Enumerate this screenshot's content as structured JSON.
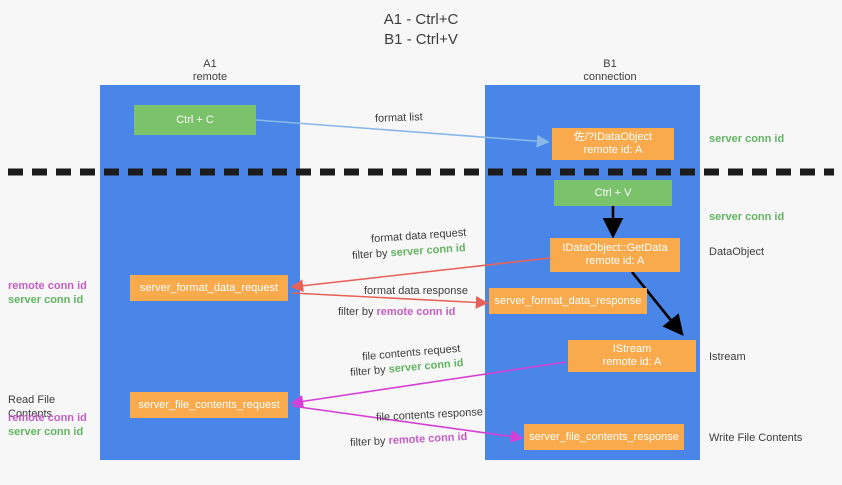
{
  "title": {
    "line1": "A1 - Ctrl+C",
    "line2": "B1 - Ctrl+V"
  },
  "columns": [
    {
      "name": "A1",
      "sub": "remote"
    },
    {
      "name": "B1",
      "sub": "connection"
    }
  ],
  "boxes": {
    "ctrl_c": {
      "line1": "Ctrl + C"
    },
    "idataobject_create": {
      "line1": "佐/?IDataObject",
      "line2": "remote id: A"
    },
    "ctrl_v": {
      "line1": "Ctrl + V"
    },
    "idataobject_getdata": {
      "line1": "IDataObject::GetData",
      "line2": "remote id: A"
    },
    "server_format_data_request": {
      "line1": "server_format_data_request"
    },
    "server_format_data_response": {
      "line1": "server_format_data_response"
    },
    "istream": {
      "line1": "IStream",
      "line2": "remote id: A"
    },
    "server_file_contents_request": {
      "line1": "server_file_contents_request"
    },
    "server_file_contents_response": {
      "line1": "server_file_contents_response"
    }
  },
  "edge_labels": {
    "format_list": "format list",
    "format_data_request": "format data request",
    "format_data_request_filter_prefix": "filter by ",
    "format_data_request_filter_value": "server conn id",
    "format_data_response": "format data response",
    "format_data_response_filter_prefix": "filter by ",
    "format_data_response_filter_value": "remote conn id",
    "file_contents_request": "file contents request",
    "file_contents_request_filter_prefix": "filter by ",
    "file_contents_request_filter_value": "server conn id",
    "file_contents_response": "file contents response",
    "file_contents_response_filter_prefix": "filter by ",
    "file_contents_response_filter_value": "remote conn id"
  },
  "right_labels": {
    "server_conn_id_top": "server conn id",
    "server_conn_id_mid": "server conn id",
    "data_object": "DataObject",
    "istream": "Istream",
    "write_file_contents": "Write File Contents"
  },
  "left_labels": {
    "remote_conn_id_1": "remote conn id",
    "server_conn_id_1": "server conn id",
    "read_file_contents": "Read File Contents",
    "remote_conn_id_2": "remote conn id",
    "server_conn_id_2": "server conn id"
  },
  "colors": {
    "lane": "#4a86e8",
    "green_box": "#7ac36a",
    "orange_box": "#f9aa4c",
    "blue_arrow": "#8ab8e8",
    "red_arrow": "#e8625a",
    "magenta_arrow": "#d63fd6",
    "black_arrow": "#000000",
    "green_text": "#62b463",
    "purple_text": "#c45ec4",
    "background": "#f7f7f7"
  }
}
